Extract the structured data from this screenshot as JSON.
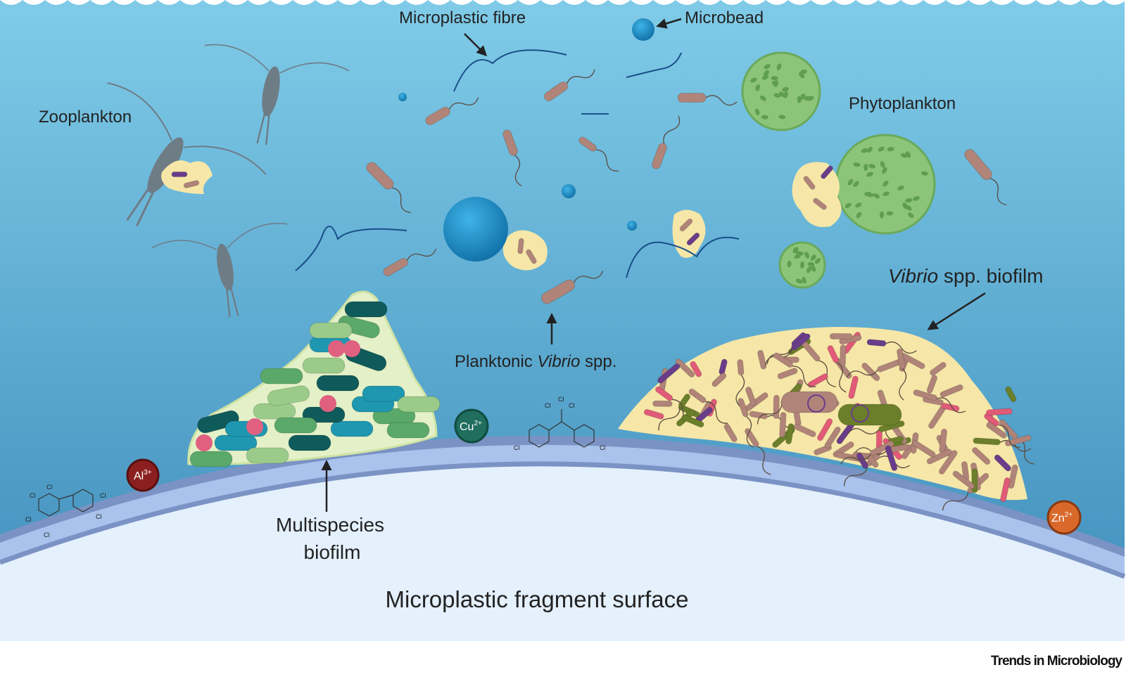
{
  "labels": {
    "microplastic_fibre": "Microplastic fibre",
    "microbead": "Microbead",
    "zooplankton": "Zooplankton",
    "phytoplankton": "Phytoplankton",
    "vibrio_biofilm_italic": "Vibrio",
    "vibrio_biofilm_rest": " spp. biofilm",
    "planktonic_pre": "Planktonic ",
    "planktonic_italic": "Vibrio",
    "planktonic_post": " spp.",
    "multispecies_line1": "Multispecies",
    "multispecies_line2": "biofilm",
    "surface": "Microplastic fragment surface"
  },
  "ions": {
    "al": {
      "symbol": "Al",
      "charge": "3+",
      "color": "#8b1f1f"
    },
    "cu": {
      "symbol": "Cu",
      "charge": "2+",
      "color": "#1f6e5e"
    },
    "zn": {
      "symbol": "Zn",
      "charge": "2+",
      "color": "#d9692a"
    }
  },
  "chemicals": {
    "cl": "Cl"
  },
  "colors": {
    "water_top": "#80cbe8",
    "water_bottom": "#3e8dbb",
    "surface_fill": "#e4f0fc",
    "vibrio_rod": "#b08478",
    "biofilm_matrix": "#f6e7a8",
    "multispecies_matrix": "#e4f1c8",
    "phytoplankton": "#8cc47a",
    "microbead": "#1a8fc8"
  },
  "journal": "Trends in Microbiology"
}
